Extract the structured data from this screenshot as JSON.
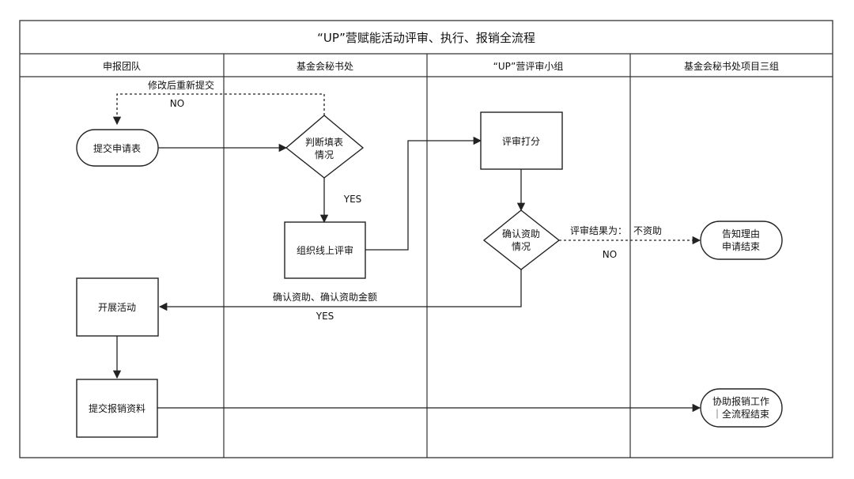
{
  "title": "“UP”营赋能活动评审、执行、报销全流程",
  "lanes": [
    {
      "label": "申报团队"
    },
    {
      "label": "基金会秘书处"
    },
    {
      "label": "“UP”营评审小组"
    },
    {
      "label": "基金会秘书处项目三组"
    }
  ],
  "nodes": {
    "submit_form": {
      "lines": [
        "提交申请表"
      ]
    },
    "judge_form": {
      "lines": [
        "判断填表",
        "情况"
      ]
    },
    "organize_review": {
      "lines": [
        "组织线上评审"
      ]
    },
    "review_score": {
      "lines": [
        "评审打分"
      ]
    },
    "confirm_funding": {
      "lines": [
        "确认资助",
        "情况"
      ]
    },
    "notify_reason": {
      "lines": [
        "告知理由",
        "申请结束"
      ]
    },
    "start_activity": {
      "lines": [
        "开展活动"
      ]
    },
    "submit_reimburse": {
      "lines": [
        "提交报销资料"
      ]
    },
    "assist_reimburse": {
      "lines": [
        "协助报销工作",
        "｜全流程结束"
      ]
    }
  },
  "edge_labels": {
    "resubmit": "修改后重新提交",
    "no_1": "NO",
    "yes_1": "YES",
    "result_prefix": "评审结果为：",
    "not_funded": "不资助",
    "no_2": "NO",
    "confirm_amount": "确认资助、确认资助金额",
    "yes_2": "YES"
  }
}
